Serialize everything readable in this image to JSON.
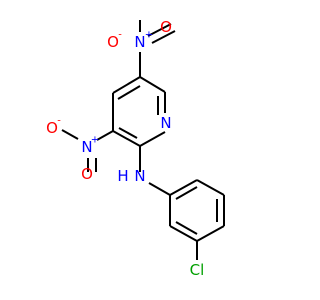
{
  "molecule": {
    "atoms": {
      "n_ring": {
        "label": "N",
        "color": "#0000ff"
      },
      "n_amine": {
        "label": "N",
        "color": "#0000ff"
      },
      "h_amine": {
        "label": "H",
        "color": "#0000ff"
      },
      "n_nitro_top": {
        "label": "N",
        "color": "#0000ff",
        "charge": "+"
      },
      "o_top_left": {
        "label": "O",
        "color": "#ff0000",
        "charge": "-"
      },
      "o_top_right": {
        "label": "O",
        "color": "#ff0000"
      },
      "n_nitro_left": {
        "label": "N",
        "color": "#0000ff",
        "charge": "+"
      },
      "o_left_top": {
        "label": "O",
        "color": "#ff0000",
        "charge": "-"
      },
      "o_left_bottom": {
        "label": "O",
        "color": "#ff0000"
      },
      "chlorine": {
        "label": "Cl",
        "color": "#00a000"
      }
    },
    "bond_color": "#000000"
  }
}
